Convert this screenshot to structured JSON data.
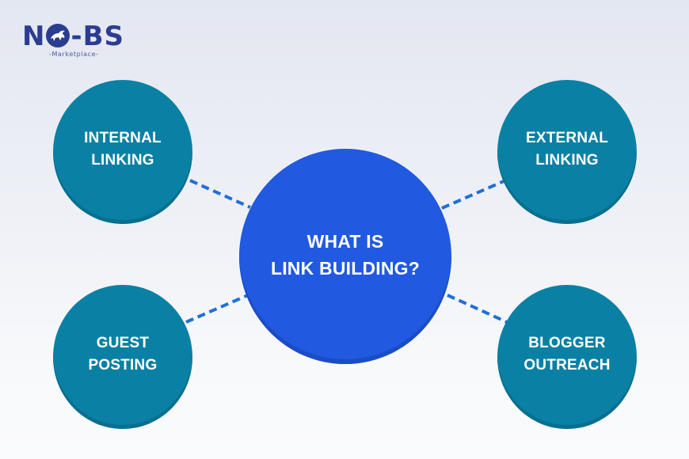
{
  "logo": {
    "brand_left": "N",
    "brand_right": "-BS",
    "brand_full": "NO-BS",
    "tagline": "-Marketplace-",
    "icon": "bull-icon",
    "color": "#2b3d8f"
  },
  "diagram": {
    "center": {
      "label": "WHAT IS\nLINK BUILDING?",
      "color": "#2159e0"
    },
    "nodes": [
      {
        "id": "internal",
        "label": "INTERNAL\nLINKING",
        "position": "top-left"
      },
      {
        "id": "external",
        "label": "EXTERNAL\nLINKING",
        "position": "top-right"
      },
      {
        "id": "guest",
        "label": "GUEST\nPOSTING",
        "position": "bottom-left"
      },
      {
        "id": "blogger",
        "label": "BLOGGER\nOUTREACH",
        "position": "bottom-right"
      }
    ],
    "node_color": "#0a80a4",
    "connector_color": "#1f6fd8",
    "connector_style": "dashed",
    "edges": [
      {
        "from": "center",
        "to": "internal"
      },
      {
        "from": "center",
        "to": "external"
      },
      {
        "from": "center",
        "to": "guest"
      },
      {
        "from": "center",
        "to": "blogger"
      }
    ]
  }
}
